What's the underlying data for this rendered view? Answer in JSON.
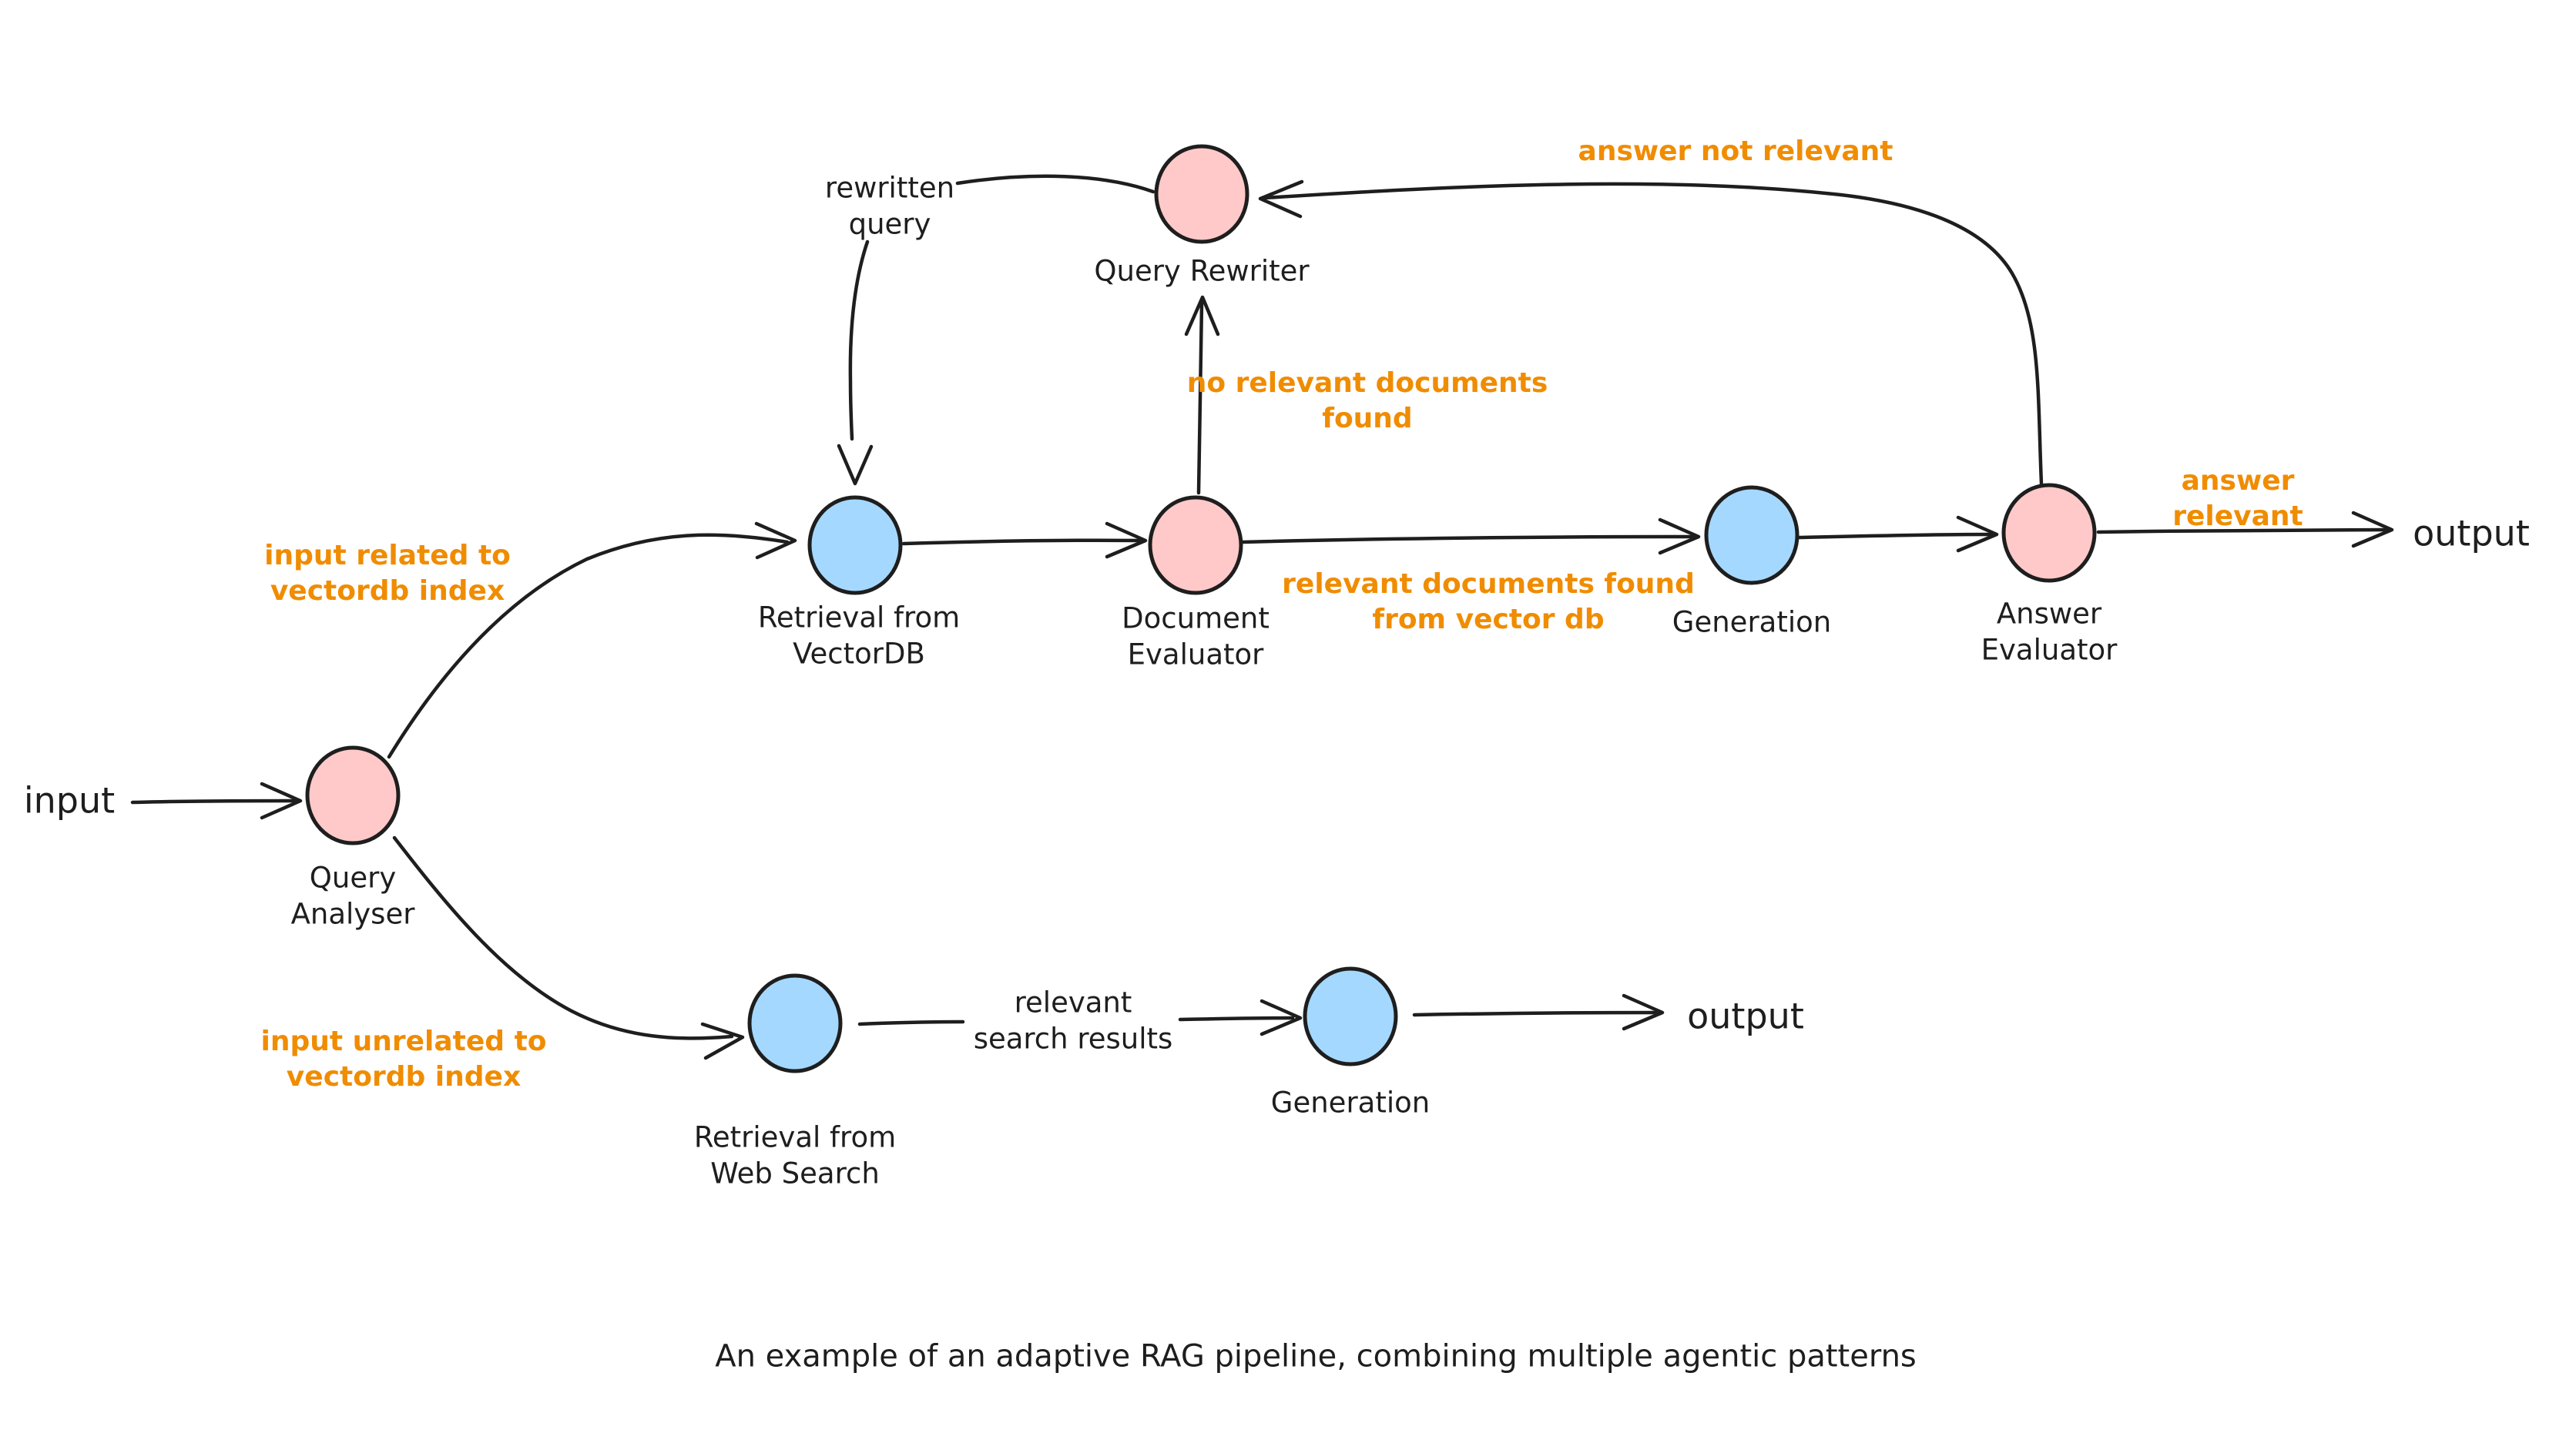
{
  "diagram": {
    "caption": "An example of an adaptive RAG pipeline, combining multiple agentic patterns",
    "colors": {
      "node_pink": "#FFC9C9",
      "node_blue": "#A5D8FF",
      "stroke": "#1e1e1e",
      "label_orange": "#F08C00",
      "text": "#1e1e1e",
      "background": "#ffffff"
    },
    "io_labels": {
      "input": "input",
      "output_top": "output",
      "output_bottom": "output"
    },
    "nodes": [
      {
        "id": "query-analyser",
        "label": "Query\nAnalyser",
        "color": "pink"
      },
      {
        "id": "retrieval-vectordb",
        "label": "Retrieval from\nVectorDB",
        "color": "blue"
      },
      {
        "id": "document-evaluator",
        "label": "Document\nEvaluator",
        "color": "pink"
      },
      {
        "id": "query-rewriter",
        "label": "Query Rewriter",
        "color": "pink"
      },
      {
        "id": "generation-top",
        "label": "Generation",
        "color": "blue"
      },
      {
        "id": "answer-evaluator",
        "label": "Answer\nEvaluator",
        "color": "pink"
      },
      {
        "id": "retrieval-websearch",
        "label": "Retrieval from\nWeb Search",
        "color": "blue"
      },
      {
        "id": "generation-bottom",
        "label": "Generation",
        "color": "blue"
      }
    ],
    "edge_labels": {
      "input_related": "input related to\nvectordb index",
      "input_unrelated": "input unrelated to\nvectordb index",
      "no_relevant_docs": "no relevant documents\nfound",
      "relevant_docs_found": "relevant documents found\nfrom vector db",
      "answer_not_relevant": "answer not relevant",
      "answer_relevant": "answer\nrelevant",
      "rewritten_query": "rewritten\nquery",
      "relevant_search_results": "relevant\nsearch results"
    }
  }
}
